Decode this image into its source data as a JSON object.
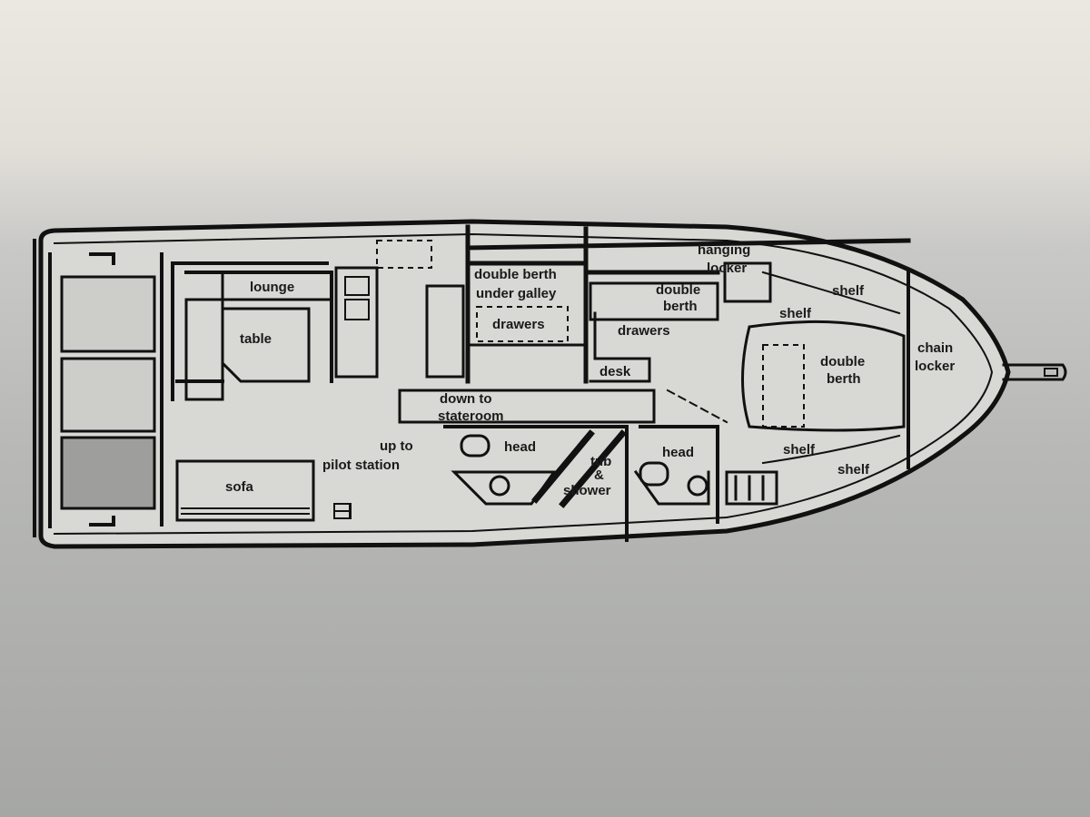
{
  "diagram": {
    "title": "boat-layout-floor-plan",
    "colors": {
      "ink": "#111111",
      "paper": "#d6d6d2"
    },
    "labels": {
      "lounge": "lounge",
      "table": "table",
      "sofa": "sofa",
      "up_to_1": "up to",
      "up_to_2": "pilot station",
      "down_to_1": "down to",
      "down_to_2": "stateroom",
      "double_berth_galley_1": "double berth",
      "double_berth_galley_2": "under galley",
      "drawers_1": "drawers",
      "drawers_2": "drawers",
      "hanging_locker_1": "hanging",
      "hanging_locker_2": "locker",
      "double_berth_mid_1": "double",
      "double_berth_mid_2": "berth",
      "desk": "desk",
      "head_1": "head",
      "head_2": "head",
      "tub_1": "tub",
      "tub_2": "&",
      "tub_3": "shower",
      "shelf_1": "shelf",
      "shelf_2": "shelf",
      "shelf_3": "shelf",
      "shelf_4": "shelf",
      "double_berth_bow_1": "double",
      "double_berth_bow_2": "berth",
      "chain_locker_1": "chain",
      "chain_locker_2": "locker"
    }
  }
}
